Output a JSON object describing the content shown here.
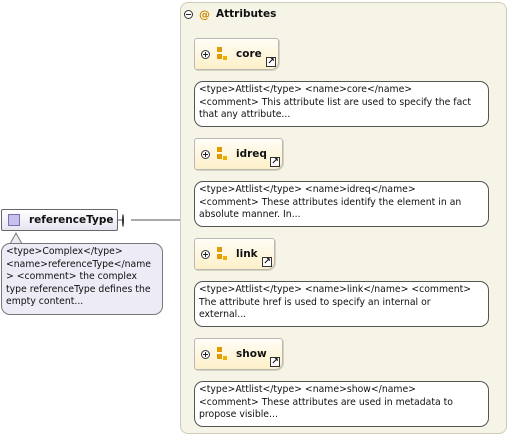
{
  "attributes": {
    "title": "Attributes",
    "at_symbol": "@"
  },
  "items": [
    {
      "label": "core",
      "comment": "<type>Attlist</type> <name>core</name>\n<comment> This attribute list are used to specify the fact\nthat any attribute..."
    },
    {
      "label": "idreq",
      "comment": "<type>Attlist</type> <name>idreq</name>\n<comment> These attributes identify the element in an\nabsolute manner. In..."
    },
    {
      "label": "link",
      "comment": "<type>Attlist</type> <name>link</name> <comment>\nThe attribute href is used to specify an internal or\nexternal..."
    },
    {
      "label": "show",
      "comment": "<type>Attlist</type> <name>show</name>\n<comment> These attributes are used in metadata to\npropose visible..."
    }
  ],
  "reference": {
    "label": "referenceType",
    "comment": "<type>Complex</type>\n<name>referenceType</name\n> <comment> the complex\ntype referenceType defines the\nempty content..."
  },
  "icons": {
    "link_glyph": "↗"
  },
  "colors": {
    "group_icon": "#e29a00",
    "container_bg": "#f6f4e7",
    "reference_icon": "#c8c0ec"
  }
}
